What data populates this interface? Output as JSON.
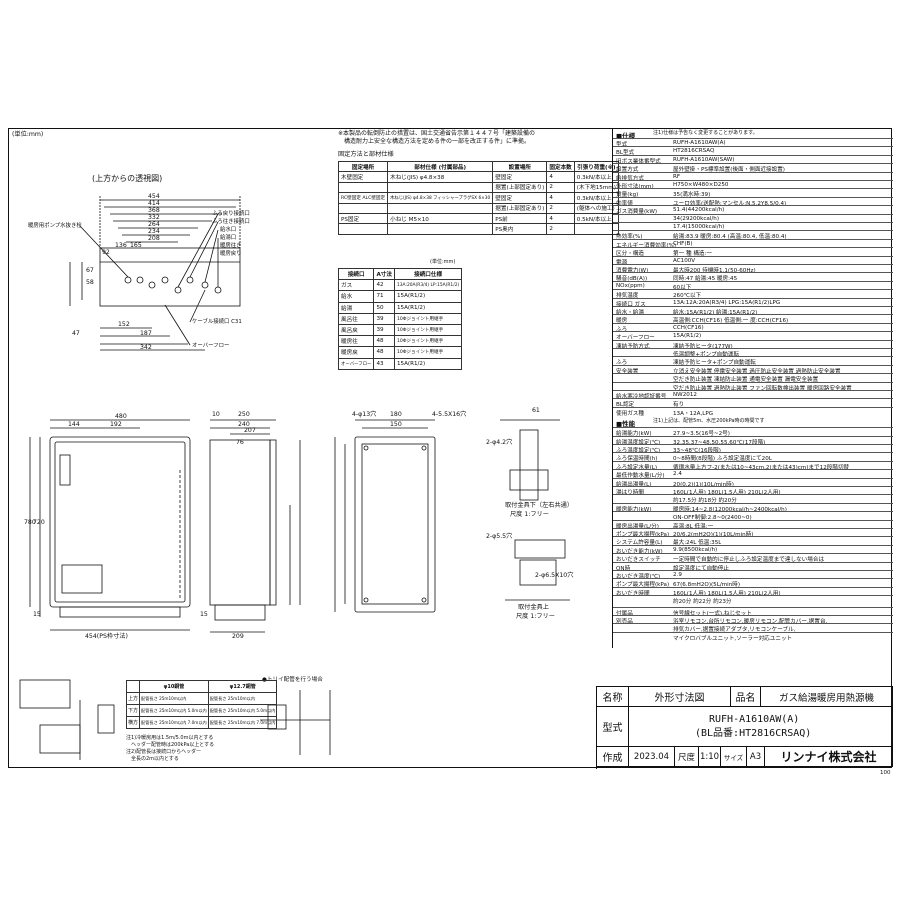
{
  "drawing": {
    "unit_label": "(単位:mm)",
    "top_view_title": "(上方からの透視図)",
    "top_view_labels": [
      "暖房用ポンプ水抜き栓",
      "ふろ戻り接続口",
      "ふろ往き接続口",
      "給水口",
      "給湯口",
      "暖房往き",
      "暖房戻り",
      "ケーブル接続口 C31",
      "オーバーフロー"
    ],
    "top_view_dims": [
      "454",
      "414",
      "368",
      "332",
      "264",
      "234",
      "208",
      "165",
      "136",
      "92",
      "67",
      "58",
      "152",
      "187",
      "47",
      "342"
    ],
    "front_dims": [
      "480",
      "144",
      "192",
      "780",
      "720",
      "15",
      "454(PS枠寸法)"
    ],
    "side_dims": [
      "10",
      "250",
      "240",
      "207",
      "76",
      "15",
      "209"
    ],
    "bracket_dims": [
      "180",
      "150",
      "4-φ13穴",
      "4-5.5X16穴"
    ],
    "detail_dims": [
      "61",
      "2-φ4.2穴",
      "2-φ5.5穴",
      "2-φ6.5X10穴",
      "取付金具下（左右共通）",
      "尺度 1:フリー",
      "取付金具上",
      "尺度 1:フリー"
    ]
  },
  "notes": {
    "lines": [
      "※本製品の転倒防止の措置は、国土交通省告示第１４４７号「建築設備の",
      "　構造耐力上安全な構造方法を定める件の一部を改正する件」に準拠。"
    ]
  },
  "fittings_table": {
    "title": "固定方法と部材仕様",
    "headers": [
      "固定場所",
      "部材仕様\n(付属部品)",
      "設置場所",
      "固定本数",
      "引張り荷重(※)"
    ],
    "rows": [
      [
        "木壁固定",
        "木ねじ(JIS) φ4.8×38",
        "壁固定",
        "4",
        "0.3kN/本以上"
      ],
      [
        "",
        "",
        "据置(上部固定あり)",
        "2",
        "(木下地15mm)"
      ],
      [
        "RC壁固定 ALC壁固定",
        "木ねじ(JIS) φ4.8×38 フィッシャープラグSX 6×30",
        "壁固定",
        "4",
        "0.3kN/本以上"
      ],
      [
        "",
        "",
        "据置(上部固定あり)",
        "2",
        "(躯体への施工)"
      ],
      [
        "PS固定",
        "小ねじ M5×10",
        "PS前",
        "4",
        "0.5kN/本以上"
      ],
      [
        "",
        "",
        "PS奥内",
        "2",
        ""
      ]
    ]
  },
  "ports_table": {
    "title_note": "(単位:mm)",
    "headers": [
      "接続口",
      "A寸法",
      "接続口仕様"
    ],
    "rows": [
      [
        "ガス",
        "42",
        "13A:20A(R3/4) LP:15A(R1/2)"
      ],
      [
        "給水",
        "71",
        "15A(R1/2)"
      ],
      [
        "給湯",
        "50",
        "15A(R1/2)"
      ],
      [
        "風呂往",
        "39",
        "10Φジョイント用継手"
      ],
      [
        "風呂戻",
        "39",
        "10Φジョイント用継手"
      ],
      [
        "暖房往",
        "48",
        "10Φジョイント用継手"
      ],
      [
        "暖房戻",
        "48",
        "10Φジョイント用継手"
      ],
      [
        "オーバーフロー",
        "43",
        "15A(R1/2)"
      ]
    ]
  },
  "spec": {
    "section1_title": "■仕様",
    "section1_note": "注1)仕様は予告なく変更することがあります。",
    "rows1": [
      [
        "型式",
        "RUFH-A1610AW(A)"
      ],
      [
        "BL型式",
        "HT2816CRSAQ"
      ],
      [
        "旧ボス業体番型式",
        "RUFH-A1610AW(SAW)"
      ],
      [
        "設置方式",
        "屋外壁掛・PS標準設置(後面・側面近接設置)"
      ],
      [
        "給排気方式",
        "RF"
      ],
      [
        "外形寸法(mm)",
        "H750×W480×D250"
      ],
      [
        "質量(kg)",
        "35(満水時:39)"
      ],
      [
        "効率値",
        "ユーロ効率(送配熱:マンセル:N.5.2Y8.5/0.4)"
      ],
      [
        "ガス消費量(kW)",
        "51.4(44200kcal/h)"
      ],
      [
        "",
        "34(29200kcal/h)"
      ],
      [
        "",
        "17.4(15000kcal/h)"
      ],
      [
        "熱効率(%)",
        "給湯:83.9 暖房:80.4 (高温:80.4, 低温:80.4)"
      ],
      [
        "エネルギー消費効率(%)",
        "CHF(B)"
      ],
      [
        "区分・構造",
        "第一 種 構造:一"
      ],
      [
        "電源",
        "AC100V"
      ],
      [
        "消費電力(W)",
        "最大時200 待機時1.1(50-60Hz)"
      ],
      [
        "騒音(dB(A))",
        "同時:47 給湯:45 暖房:45"
      ],
      [
        "NOx(ppm)",
        "60以下"
      ],
      [
        "排気温度",
        "260℃以下"
      ],
      [
        "接続口 ガス",
        "13A:12A:20A(R3/4) LPG:15A(R1/2)LPG"
      ],
      [
        "給水・給湯",
        "給水:15A(R1/2) 給湯:15A(R1/2)"
      ],
      [
        "暖房",
        "高温側:CCH(CF16) 低温側:一 度:CCH(CF16)"
      ],
      [
        "ふろ",
        "CCH(CF16)"
      ],
      [
        "オーバーフロー",
        "15A(R1/2)"
      ],
      [
        "凍結予防方式",
        "凍結予防ヒータ(177W)"
      ],
      [
        "",
        "低温調整+ポンプ自動運転"
      ],
      [
        "ふろ",
        "凍結予防ヒータ+ポンプ自動運転"
      ],
      [
        "安全装置",
        "立消え安全装置 停電安全装置 過圧防止安全装置 過熱防止安全装置"
      ],
      [
        "",
        "空だき防止装置 凍結防止装置 通電安全装置 漏電安全装置"
      ],
      [
        "",
        "空だき防止装置 過熱防止装置 ファン回転数検出装置 暖房回路安全装置"
      ],
      [
        "給水寒冷地認証番号",
        "NW2012"
      ],
      [
        "BL認定",
        "有り"
      ],
      [
        "使用ガス種",
        "13A・12A,LPG"
      ]
    ],
    "section2_title": "■性能",
    "section2_note": "注1)上記は、配管5m、水圧200kPa時の時間です",
    "rows2": [
      [
        "給湯能力(kW)",
        "27.9~3.5(16号~2号)"
      ],
      [
        "給湯温度設定(℃)",
        "32,35,37~48,50,55,60℃(17段階)"
      ],
      [
        "ふろ温度設定(℃)",
        "33~48℃(16段階)"
      ],
      [
        "ふろ保温時間(h)",
        "0~8時間(8段階)  ふろ設定温度にて20L"
      ],
      [
        "ふろ設定水量(L)",
        "循環水量上方フ-2(または10~43cm,2(または43)cm)まで12段階切替"
      ],
      [
        "最低作動水量(L/分)",
        "2.4"
      ],
      [
        "給湯出湯量(L)",
        "20(0.2)(1)(10L/min時)"
      ],
      [
        "湯はり時間",
        "160L(1人用)  180L(1.5人用)  210L(2人用)"
      ],
      [
        "",
        "約17.5分      約18分        約20分"
      ],
      [
        "暖房能力(kW)",
        "暖房時:14~2.8(12000kcal/h~2400kcal/h)"
      ],
      [
        "",
        "ON-OFF制御:2.8~0(2400~0)"
      ],
      [
        "暖房出湯量(L/分)",
        "高温:8L 低温:一"
      ],
      [
        "ポンプ最大揚程(kPa)",
        "20/6.2(mH2O)(1)(10L/min時)"
      ],
      [
        "システム許容量(L)",
        "最大:24L 低温:35L"
      ],
      [
        "おいだき能力(kW)",
        "9.9(8500kcal/h)"
      ],
      [
        "おいだきスイッチ",
        "一定時間で自動的に停止しふろ設定温度まで達しない場合は"
      ],
      [
        "ON時",
        "設定温度にて自動停止"
      ],
      [
        "おいだき温度(℃)",
        "2.9"
      ],
      [
        "ポンプ最大揚程(kPa)",
        "67(6.8mH2O)(5L/min時)"
      ],
      [
        "おいだき時間",
        "160L(1人用)  180L(1.5人用)  210L(2人用)"
      ],
      [
        "",
        "約20分        約22分        約23分"
      ]
    ],
    "acc_rows": [
      [
        "付属品",
        "信号線セット(一式),ねじセット"
      ],
      [
        "別売品",
        "浴室リモコン,台所リモコン,暖房リモコン,配管カバー,据置台,"
      ],
      [
        "",
        "排気カバー,据置接続アダプタ,リモコンケーブル,"
      ],
      [
        "",
        "マイクロバブルユニット,ソーラー対応ユニット"
      ]
    ]
  },
  "piping_table": {
    "headers": [
      "",
      "φ10銅管",
      "φ12.7銅管"
    ],
    "rows": [
      [
        "上方",
        "配管長さ 25m10m以内",
        "配管長さ 25m10m以内"
      ],
      [
        "下方",
        "配管長さ 25m10m以内 5.0m以内",
        "配管長さ 25m10m以内 5.0m以内"
      ],
      [
        "横方",
        "配管長さ 25m10m以内 7.0m以内",
        "配管長さ 25m10m以内 7.0m以内"
      ]
    ],
    "notes": [
      "注1)冷暖房用は1.5m/5.0m以内とする",
      "　ヘッダー配管時は200kPa以上とする",
      "注2)配管長は接続口からヘッダー",
      "　全長の2m以内とする"
    ],
    "trap_label": "●トリイ配管を行う場合"
  },
  "title_block": {
    "name_label": "名称",
    "name_value": "外形寸法図",
    "product_label": "品名",
    "product_value": "ガス給湯暖房用熱源機",
    "model_label": "型式",
    "model_value1": "RUFH-A1610AW(A)",
    "model_value2": "(BL品番:HT2816CRSAQ)",
    "date_label": "作成",
    "date_value": "2023.04",
    "scale_label": "尺度",
    "scale_value": "1:10",
    "size_label": "サイズ",
    "size_value": "A3",
    "company": "リンナイ株式会社",
    "page_no": "100"
  }
}
